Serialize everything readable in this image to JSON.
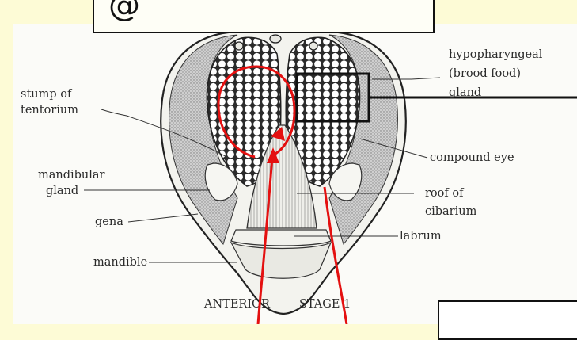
{
  "labels": {
    "hypopharyngeal": [
      "hypopharyngeal",
      "(brood food)",
      "gland"
    ],
    "stump_of_tentorium": [
      "stump of",
      "tentorium"
    ],
    "compound_eye": "compound eye",
    "mandibular_gland": [
      "mandibular",
      "gland"
    ],
    "roof_of_cibarium": [
      "roof of",
      "cibarium"
    ],
    "gena": "gena",
    "labrum": "labrum",
    "mandible": "mandible",
    "caption_left": "ANTERIOR",
    "caption_right": "STAGE 1"
  },
  "colors": {
    "background": "#fdfbd6",
    "annotation": "#e41010",
    "eye_facets": "#ffffff",
    "head_shading": "#b9b9b9"
  }
}
